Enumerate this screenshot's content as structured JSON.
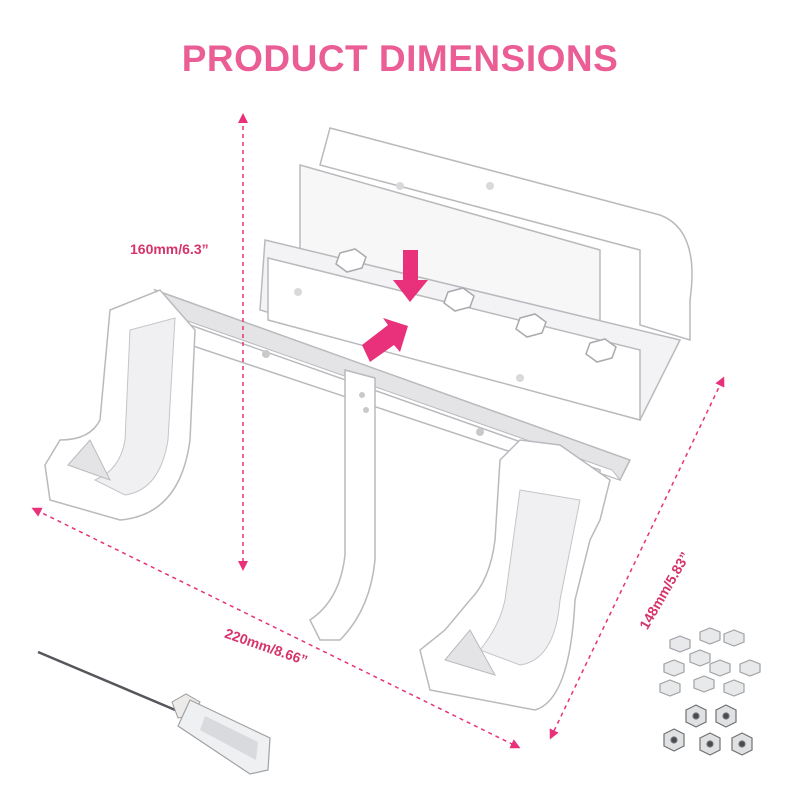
{
  "title": "PRODUCT DIMENSIONS",
  "dimensions": {
    "height": "160mm/6.3”",
    "width": "220mm/8.66”",
    "depth": "148mm/5.83”"
  },
  "colors": {
    "accent": "#e8317a",
    "title": "#ea5d95",
    "label": "#d6336c",
    "metal": "#ffffff",
    "metal_shade": "#e4e4e6",
    "outline": "#b9babd"
  },
  "icons": [
    "screwdriver-icon",
    "hex-nut-icon",
    "hex-bolt-icon",
    "down-arrow-icon",
    "up-right-arrow-icon"
  ]
}
